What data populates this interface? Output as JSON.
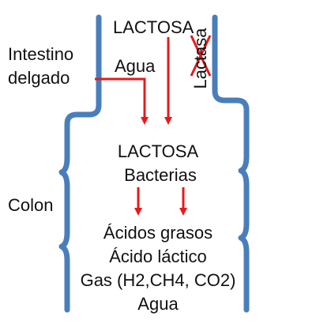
{
  "labels": {
    "lactosa_top": "LACTOSA",
    "lactasa": "Lactasa",
    "intestino_line1": "Intestino",
    "intestino_line2": "delgado",
    "agua_top": "Agua",
    "lactosa_mid": "LACTOSA",
    "bacterias": "Bacterias",
    "colon": "Colon",
    "acidos_grasos": "Ácidos grasos",
    "acido_lactico": "Ácido láctico",
    "gas": "Gas (H2,CH4, CO2)",
    "agua_bottom": "Agua"
  },
  "colors": {
    "wall": "#4a7ebb",
    "arrow": "#e8191b",
    "cross": "#e8191b",
    "text": "#111111"
  }
}
